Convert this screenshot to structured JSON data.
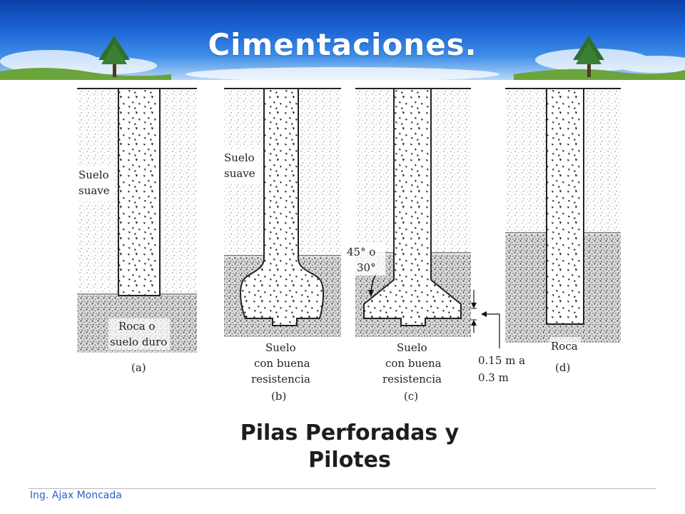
{
  "slide": {
    "title": "Cimentaciones.",
    "subtitle_line1": "Pilas Perforadas y",
    "subtitle_line2": "Pilotes",
    "footer": "Ing. Ajax Moncada"
  },
  "diagram": {
    "labels": {
      "a_soil_1": "Suelo",
      "a_soil_2": "suave",
      "a_base_1": "Roca o",
      "a_base_2": "suelo duro",
      "a_tag": "(a)",
      "b_soil_1": "Suelo",
      "b_soil_2": "suave",
      "b_base_1": "Suelo",
      "b_base_2": "con buena",
      "b_base_3": "resistencia",
      "b_tag": "(b)",
      "c_angle_1": "45° o",
      "c_angle_2": "30°",
      "c_base_1": "Suelo",
      "c_base_2": "con buena",
      "c_base_3": "resistencia",
      "c_tag": "(c)",
      "c_dim_1": "0.15 m a",
      "c_dim_2": "0.3 m",
      "d_base": "Roca",
      "d_tag": "(d)"
    }
  },
  "colors": {
    "header_dark": "#0b3fa8",
    "title_text": "#ffffff",
    "footer_text": "#2a62c9"
  },
  "icons": [
    "tree-icon-left",
    "tree-icon-right"
  ]
}
